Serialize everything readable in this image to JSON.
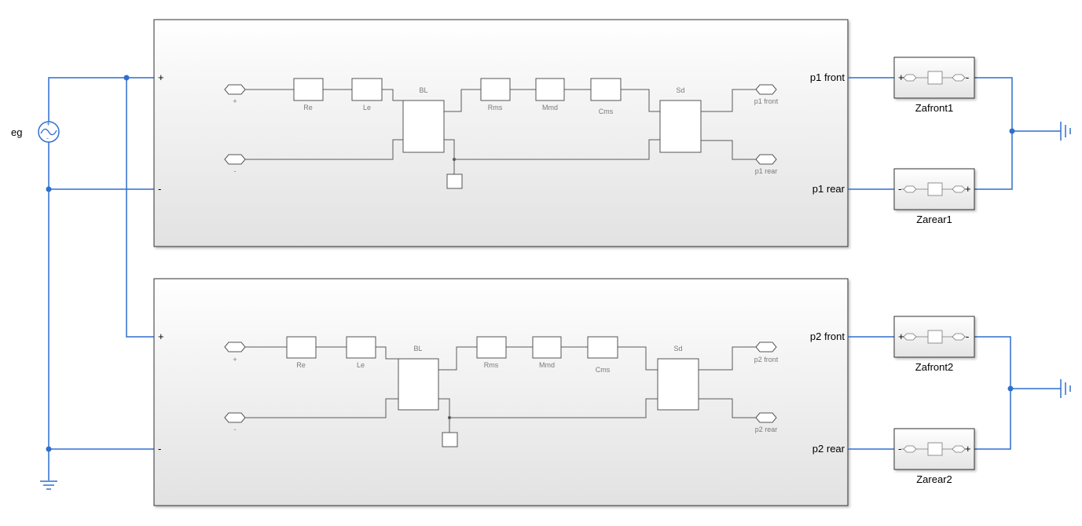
{
  "source_label": "eg",
  "subsystems": [
    {
      "id": "sub1",
      "in_plus": "+",
      "in_minus": "-",
      "inner": {
        "plus": "+",
        "minus": "-",
        "re": "Re",
        "le": "Le",
        "bl": "BL",
        "rms": "Rms",
        "mmd": "Mmd",
        "cms": "Cms",
        "sd": "Sd",
        "out_front": "p1 front",
        "out_rear": "p1 rear"
      },
      "out_front": "p1 front",
      "out_rear": "p1 rear"
    },
    {
      "id": "sub2",
      "in_plus": "+",
      "in_minus": "-",
      "inner": {
        "plus": "+",
        "minus": "-",
        "re": "Re",
        "le": "Le",
        "bl": "BL",
        "rms": "Rms",
        "mmd": "Mmd",
        "cms": "Cms",
        "sd": "Sd",
        "out_front": "p2 front",
        "out_rear": "p2 rear"
      },
      "out_front": "p2 front",
      "out_rear": "p2 rear"
    }
  ],
  "impedances": [
    {
      "label": "Zafront1",
      "left_sign": "+",
      "right_sign": "-"
    },
    {
      "label": "Zarear1",
      "left_sign": "-",
      "right_sign": "+"
    },
    {
      "label": "Zafront2",
      "left_sign": "+",
      "right_sign": "-"
    },
    {
      "label": "Zarear2",
      "left_sign": "-",
      "right_sign": "+"
    }
  ],
  "colors": {
    "wire": "#2f6fce",
    "inner_wire": "#5a5a5a",
    "block_border": "#333333"
  }
}
